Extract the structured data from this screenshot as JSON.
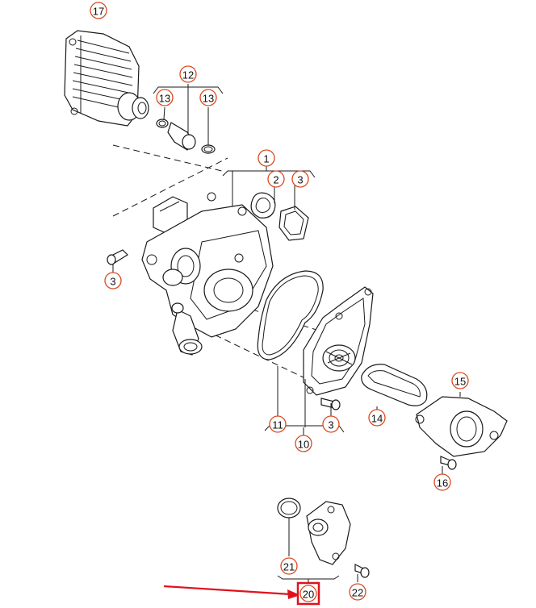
{
  "colors": {
    "callout_stroke": "#d9481e",
    "highlight": "#e0121b",
    "arrow": "#e0121b",
    "line": "#1a1a1a"
  },
  "callouts": [
    {
      "id": "c17",
      "label": "17"
    },
    {
      "id": "c12",
      "label": "12"
    },
    {
      "id": "c13a",
      "label": "13"
    },
    {
      "id": "c13b",
      "label": "13"
    },
    {
      "id": "c1",
      "label": "1"
    },
    {
      "id": "c2",
      "label": "2"
    },
    {
      "id": "c3a",
      "label": "3"
    },
    {
      "id": "c3b",
      "label": "3"
    },
    {
      "id": "c15",
      "label": "15"
    },
    {
      "id": "c14",
      "label": "14"
    },
    {
      "id": "c11",
      "label": "11"
    },
    {
      "id": "c3c",
      "label": "3"
    },
    {
      "id": "c10",
      "label": "10"
    },
    {
      "id": "c16",
      "label": "16"
    },
    {
      "id": "c21",
      "label": "21"
    },
    {
      "id": "c20",
      "label": "20"
    },
    {
      "id": "c22",
      "label": "22"
    }
  ],
  "highlighted_part": "20"
}
